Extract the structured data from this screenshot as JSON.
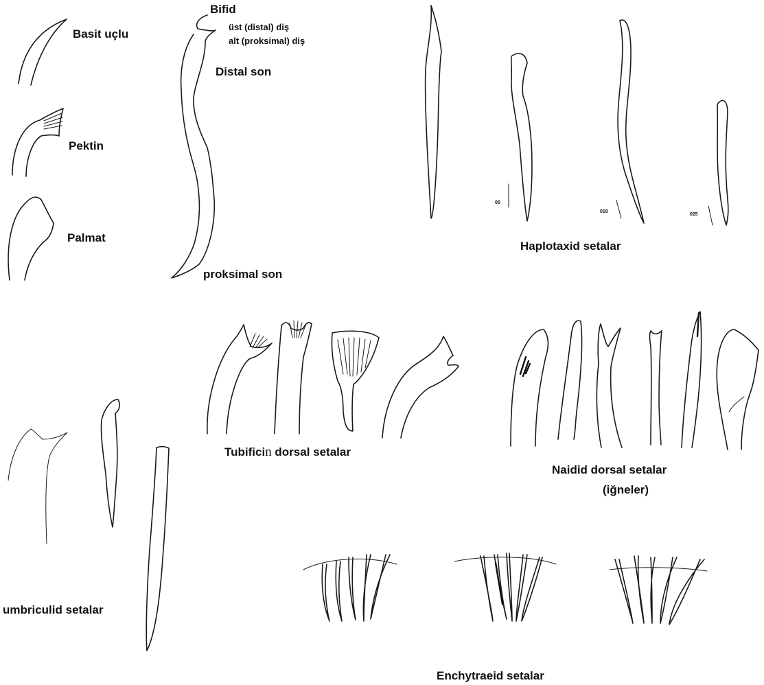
{
  "labels": {
    "basit_uclu": "Basit uçlu",
    "pektin": "Pektin",
    "palmat": "Palmat",
    "bifid": "Bifid",
    "ust_dis": "üst (distal) diş",
    "alt_dis": "alt (proksimal) diş",
    "distal_son": "Distal son",
    "proksimal_son": "proksimal  son",
    "haplotaxid": "Haplotaxid setalar",
    "tubificin_a": "Tubifici",
    "tubificin_n": "n",
    "tubificin_b": " dorsal setalar",
    "naidid_1": "Naidid dorsal setalar",
    "naidid_2": "(iğneler)",
    "lumbriculid": "umbriculid setalar",
    "enchytraeid": "Enchytraeid setalar"
  },
  "scale_labels": {
    "s1": "05",
    "s2": "018",
    "s3": "025"
  }
}
